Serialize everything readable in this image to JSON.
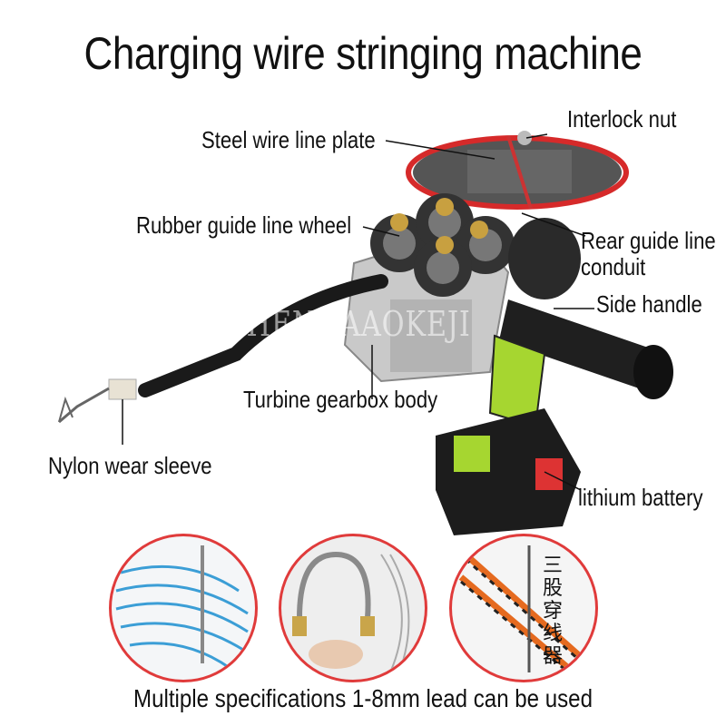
{
  "title": "Charging wire stringing machine",
  "watermark": "SHENJIAAOKEJI",
  "labels": {
    "steel_wire_line_plate": "Steel wire line plate",
    "interlock_nut": "Interlock nut",
    "rubber_guide_line_wheel": "Rubber guide line wheel",
    "rear_guide_line_conduit_line1": "Rear guide line",
    "rear_guide_line_conduit_line2": "conduit",
    "side_handle": "Side handle",
    "turbine_gearbox_body": "Turbine gearbox body",
    "nylon_wear_sleeve": "Nylon wear sleeve",
    "lithium_battery": "lithium battery"
  },
  "detail_images": {
    "chinese_tag": "三股穿线器"
  },
  "caption": "Multiple specifications 1-8mm lead can be used",
  "colors": {
    "accent_red": "#e03b3b",
    "handle_green": "#a6d630"
  }
}
